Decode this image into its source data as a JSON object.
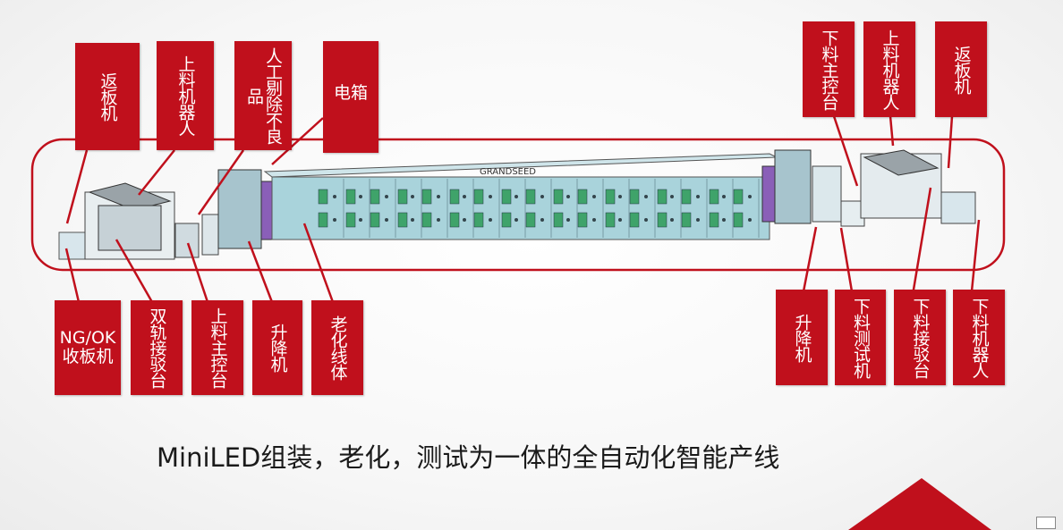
{
  "caption": "MiniLED组装，老化，测试为一体的全自动化智能产线",
  "machine_brand": "GRANDSEED",
  "accent_color": "#c0101c",
  "labels_top_left": [
    {
      "id": "return-board-left",
      "text": "返板机"
    },
    {
      "id": "loading-robot-left",
      "text": "上料机器人"
    },
    {
      "id": "manual-reject",
      "text": "人工剔除不良品"
    },
    {
      "id": "electric-box",
      "text": "电箱"
    }
  ],
  "labels_bottom_left": [
    {
      "id": "ng-ok-collector",
      "text": "NG/OK收板机"
    },
    {
      "id": "dual-rail-transfer",
      "text": "双轨接驳台"
    },
    {
      "id": "loading-console",
      "text": "上料主控台"
    },
    {
      "id": "lift-left",
      "text": "升降机"
    },
    {
      "id": "aging-line",
      "text": "老化线体"
    }
  ],
  "labels_top_right": [
    {
      "id": "unloading-console",
      "text": "下料主控台"
    },
    {
      "id": "loading-robot-right",
      "text": "上料机器人"
    },
    {
      "id": "return-board-right",
      "text": "返板机"
    }
  ],
  "labels_bottom_right": [
    {
      "id": "lift-right",
      "text": "升降机"
    },
    {
      "id": "unloading-test",
      "text": "下料测试机"
    },
    {
      "id": "unloading-transfer",
      "text": "下料接驳台"
    },
    {
      "id": "unloading-robot",
      "text": "下料机器人"
    }
  ]
}
